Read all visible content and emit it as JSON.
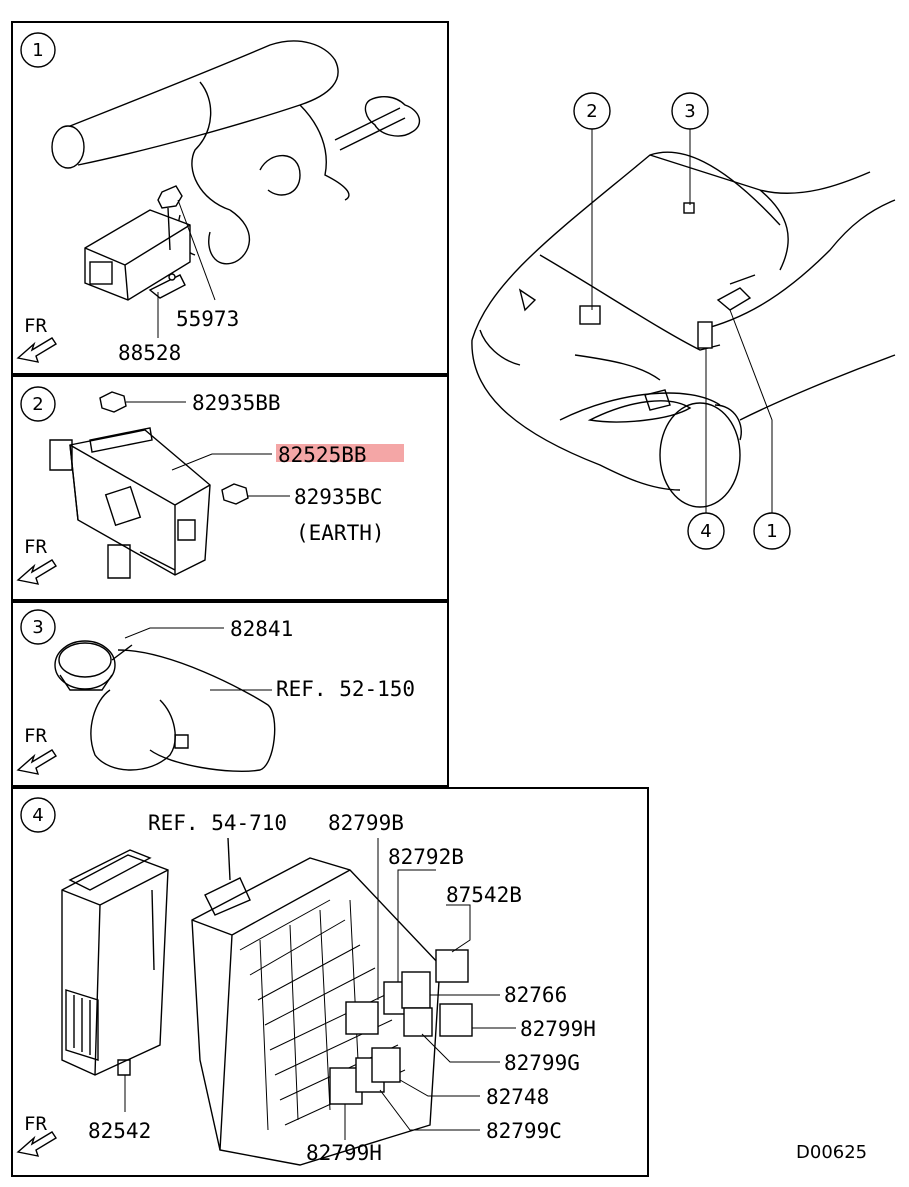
{
  "panels": [
    {
      "number": "1",
      "fr": "FR",
      "parts": [
        "55973",
        "88528"
      ]
    },
    {
      "number": "2",
      "fr": "FR",
      "parts": [
        "82935BB",
        "82525BB",
        "82935BC",
        "(EARTH)"
      ],
      "highlight_color": "#f4a6a6"
    },
    {
      "number": "3",
      "fr": "FR",
      "parts": [
        "82841",
        "REF. 52-150"
      ]
    },
    {
      "number": "4",
      "fr": "FR",
      "parts": [
        "REF. 54-710",
        "82799B",
        "82792B",
        "87542B",
        "82766",
        "82799H",
        "82799G",
        "82748",
        "82799C",
        "82799H",
        "82542"
      ]
    }
  ],
  "overview_callouts": [
    "2",
    "3",
    "4",
    "1"
  ],
  "diagram_code": "D00625"
}
